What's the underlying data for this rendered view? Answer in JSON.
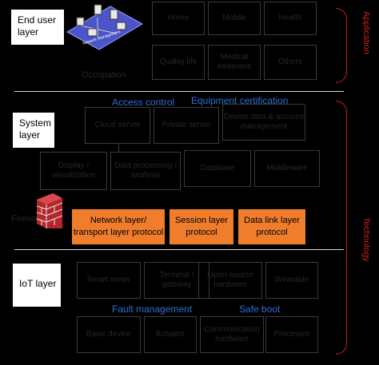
{
  "layers": {
    "end_user": "End user layer",
    "system": "System layer",
    "iot": "IoT layer"
  },
  "end_user_apps": [
    "Home",
    "Mobile",
    "Health",
    "Quality life",
    "Medical treatment",
    "Others"
  ],
  "occupation_label": "Occupation",
  "network_management_label": "Network Management",
  "system": {
    "access_control": "Access control",
    "equipment_certification": "Equipment certification",
    "row1": [
      "Cloud server",
      "Private server",
      "Device data & account management"
    ],
    "row2": [
      "Display / visualization",
      "Data processing / analysis",
      "Database",
      "Middleware"
    ]
  },
  "firewall_label": "Firewall",
  "protocols": {
    "network": "Network layer/ transport layer protocol",
    "session": "Session layer protocol",
    "datalink": "Data link layer protocol"
  },
  "iot": {
    "row1": [
      "Smart meter",
      "Terminal / gateway",
      "Open-source hardware",
      "Wearable"
    ],
    "fault_management": "Fault management",
    "safe_boot": "Safe boot",
    "row2": [
      "Basic device",
      "Actuator",
      "Communication hardware",
      "Processor"
    ]
  },
  "side_labels": {
    "application": "Application",
    "technology": "Technology"
  },
  "colors": {
    "protocol_box": "#ef7d2b",
    "annotation_text": "#2f6ed8",
    "side_label": "#cc1f1f",
    "background": "#000000"
  },
  "icons": [
    "network-management-illustration",
    "firewall-brick-icon"
  ]
}
